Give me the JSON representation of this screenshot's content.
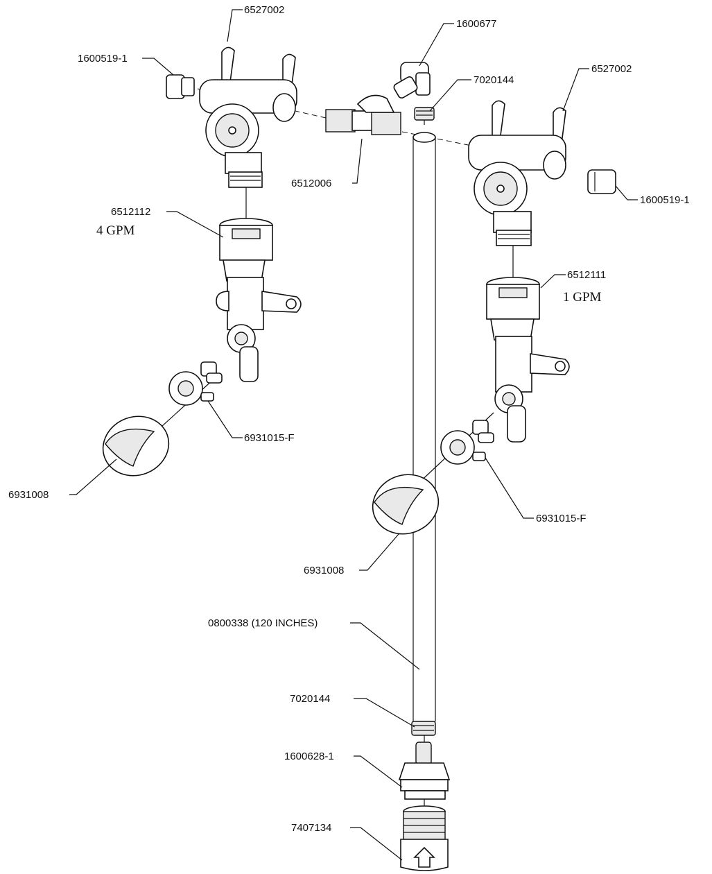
{
  "labels": {
    "bracket_left": "6527002",
    "cap_left": "1600519-1",
    "elbow_top": "1600677",
    "clamp_top": "7020144",
    "bracket_right": "6527002",
    "nipple": "6512006",
    "cap_right": "1600519-1",
    "injector_left": "6512112",
    "injector_left_rate": "4 GPM",
    "injector_right": "6512111",
    "injector_right_rate": "1 GPM",
    "valve_left": "6931015-F",
    "knob_left": "6931008",
    "valve_right": "6931015-F",
    "knob_right": "6931008",
    "tube": "0800338 (120 INCHES)",
    "clamp_bottom": "7020144",
    "barb_adapter": "1600628-1",
    "hose_adapter": "7407134"
  }
}
